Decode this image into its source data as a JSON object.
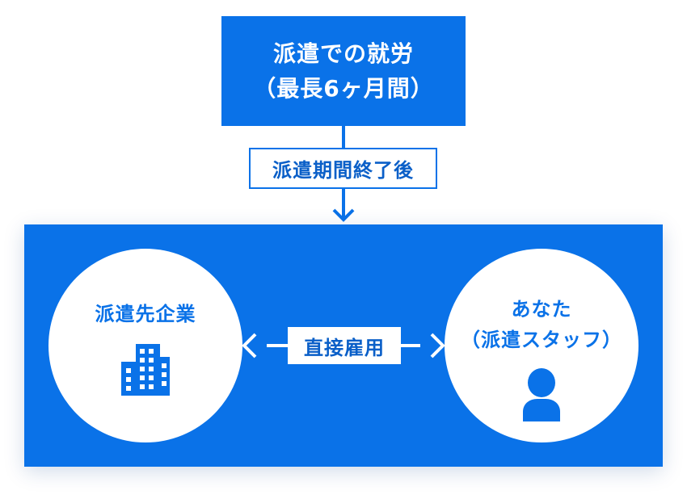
{
  "top_box": {
    "line1": "派遣での就労",
    "line2": "（最長6ヶ月間）"
  },
  "period_label": "派遣期間終了後",
  "left_circle": {
    "label": "派遣先企業",
    "icon": "building-icon"
  },
  "right_circle": {
    "line1": "あなた",
    "line2": "（派遣スタッフ）",
    "icon": "person-icon"
  },
  "hire_label": "直接雇用",
  "colors": {
    "primary_blue": "#0a72e8",
    "text_blue": "#0a5fc8",
    "white": "#ffffff"
  }
}
